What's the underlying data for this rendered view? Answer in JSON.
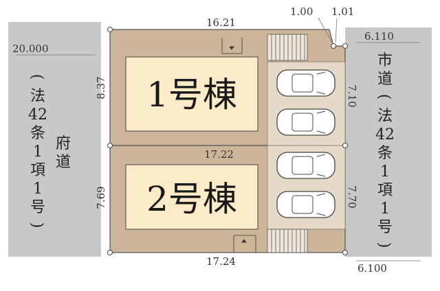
{
  "buildings": {
    "b1": {
      "label": "1号棟"
    },
    "b2": {
      "label": "2号棟"
    }
  },
  "roads": {
    "left": {
      "width_label": "20.000",
      "chars_a": [
        "(",
        "法",
        "42",
        "条",
        "1",
        "項",
        "1",
        "号",
        ")"
      ],
      "chars_b": [
        "府",
        "道"
      ]
    },
    "right": {
      "top_width_label": "6.110",
      "bottom_width_label": "6.100",
      "chars": [
        "市",
        "道",
        "(",
        "法",
        "42",
        "条",
        "1",
        "項",
        "1",
        "号",
        ")"
      ]
    }
  },
  "dimensions": {
    "top": "16.21",
    "middle": "17.22",
    "bottom": "17.24",
    "left_upper": "8.37",
    "left_lower": "7.69",
    "right_upper": "7.10",
    "right_lower": "7.70",
    "corner_a": "1.00",
    "corner_b": "1.01"
  },
  "colors": {
    "lot_fill": "#cdb59a",
    "building_fill": "#fbebc8",
    "road_fill": "#c8c8c8",
    "parking_fill": "#e6d9c8",
    "outline": "#555555"
  }
}
